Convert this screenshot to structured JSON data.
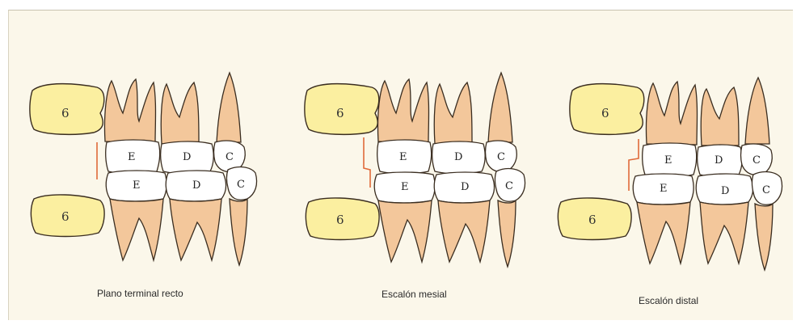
{
  "colors": {
    "background": "#fbf7ea",
    "root": "#f3c79b",
    "crown": "#ffffff",
    "permanent_molar": "#fbefa0",
    "outline": "#3a2d20",
    "terminal_line": "#e06a3a"
  },
  "panels": [
    {
      "caption": "Plano terminal recto",
      "upper_molar": "6",
      "lower_molar": "6",
      "upper_teeth": [
        "E",
        "D",
        "C"
      ],
      "lower_teeth": [
        "E",
        "D",
        "C"
      ]
    },
    {
      "caption": "Escalón mesial",
      "upper_molar": "6",
      "lower_molar": "6",
      "upper_teeth": [
        "E",
        "D",
        "C"
      ],
      "lower_teeth": [
        "E",
        "D",
        "C"
      ]
    },
    {
      "caption": "Escalón distal",
      "upper_molar": "6",
      "lower_molar": "6",
      "upper_teeth": [
        "E",
        "D",
        "C"
      ],
      "lower_teeth": [
        "E",
        "D",
        "C"
      ]
    }
  ]
}
